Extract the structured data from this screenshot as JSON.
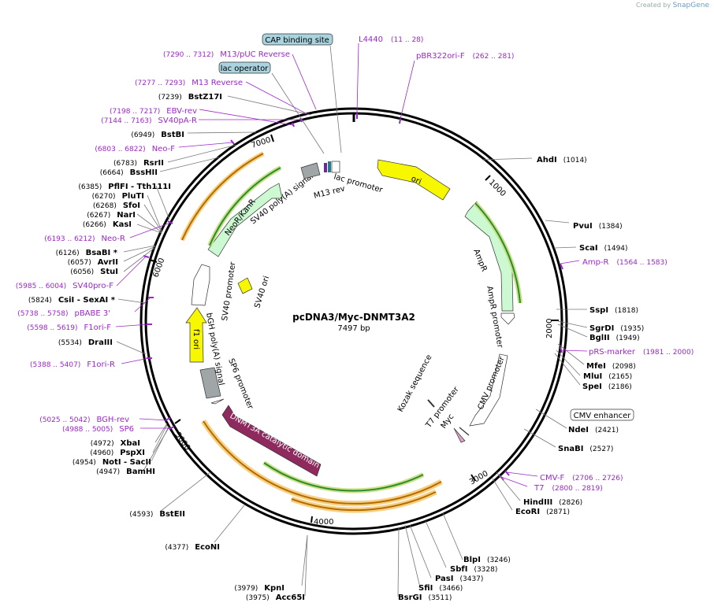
{
  "credit": {
    "prefix": "Created by",
    "brand": "SnapGene"
  },
  "title": "pcDNA3/Myc-DNMT3A2",
  "length_label": "7497 bp",
  "total_bp": 7497,
  "ticks": [
    "1000",
    "2000",
    "3000",
    "4000",
    "5000",
    "6000",
    "7000"
  ],
  "colors": {
    "enzyme": "#000000",
    "primer": "#9b27c8",
    "feature_box": "#a9d3de"
  },
  "enzymes": [
    {
      "name": "AhdI",
      "pos": "(1014)"
    },
    {
      "name": "PvuI",
      "pos": "(1384)"
    },
    {
      "name": "ScaI",
      "pos": "(1494)"
    },
    {
      "name": "SspI",
      "pos": "(1818)"
    },
    {
      "name": "SgrDI",
      "pos": "(1935)"
    },
    {
      "name": "BglII",
      "pos": "(1949)"
    },
    {
      "name": "MfeI",
      "pos": "(2098)"
    },
    {
      "name": "MluI",
      "pos": "(2165)"
    },
    {
      "name": "SpeI",
      "pos": "(2186)"
    },
    {
      "name": "NdeI",
      "pos": "(2421)"
    },
    {
      "name": "SnaBI",
      "pos": "(2527)"
    },
    {
      "name": "HindIII",
      "pos": "(2826)"
    },
    {
      "name": "EcoRI",
      "pos": "(2871)"
    },
    {
      "name": "BlpI",
      "pos": "(3246)"
    },
    {
      "name": "SbfI",
      "pos": "(3328)"
    },
    {
      "name": "PasI",
      "pos": "(3437)"
    },
    {
      "name": "SfiI",
      "pos": "(3466)"
    },
    {
      "name": "BsrGI",
      "pos": "(3511)"
    },
    {
      "name": "KpnI",
      "pos": "(3979)"
    },
    {
      "name": "Acc65I",
      "pos": "(3975)"
    },
    {
      "name": "EcoNI",
      "pos": "(4377)"
    },
    {
      "name": "BstEII",
      "pos": "(4593)"
    },
    {
      "name": "BamHI",
      "pos": "(4947)"
    },
    {
      "name": "NotI - SacII",
      "pos": "(4954)"
    },
    {
      "name": "PspXI",
      "pos": "(4960)"
    },
    {
      "name": "XbaI",
      "pos": "(4972)"
    },
    {
      "name": "DraIII",
      "pos": "(5534)"
    },
    {
      "name": "CsiI - SexAI *",
      "pos": "(5824)"
    },
    {
      "name": "StuI",
      "pos": "(6056)"
    },
    {
      "name": "AvrII",
      "pos": "(6057)"
    },
    {
      "name": "BsaBI *",
      "pos": "(6126)"
    },
    {
      "name": "KasI",
      "pos": "(6266)"
    },
    {
      "name": "NarI",
      "pos": "(6267)"
    },
    {
      "name": "SfoI",
      "pos": "(6268)"
    },
    {
      "name": "PluTI",
      "pos": "(6270)"
    },
    {
      "name": "PflFI - Tth111I",
      "pos": "(6385)"
    },
    {
      "name": "BssHII",
      "pos": "(6664)"
    },
    {
      "name": "RsrII",
      "pos": "(6783)"
    },
    {
      "name": "BstBI",
      "pos": "(6949)"
    },
    {
      "name": "BstZ17I",
      "pos": "(7239)"
    }
  ],
  "primers": [
    {
      "name": "L4440",
      "pos": "(11 .. 28)"
    },
    {
      "name": "pBR322ori-F",
      "pos": "(262 .. 281)"
    },
    {
      "name": "Amp-R",
      "pos": "(1564 .. 1583)"
    },
    {
      "name": "pRS-marker",
      "pos": "(1981 .. 2000)"
    },
    {
      "name": "CMV-F",
      "pos": "(2706 .. 2726)"
    },
    {
      "name": "T7",
      "pos": "(2800 .. 2819)"
    },
    {
      "name": "BGH-rev",
      "pos": "(5025 .. 5042)"
    },
    {
      "name": "SP6",
      "pos": "(4988 .. 5005)"
    },
    {
      "name": "F1ori-R",
      "pos": "(5388 .. 5407)"
    },
    {
      "name": "F1ori-F",
      "pos": "(5598 .. 5619)"
    },
    {
      "name": "pBABE 3'",
      "pos": "(5738 .. 5758)"
    },
    {
      "name": "SV40pro-F",
      "pos": "(5985 .. 6004)"
    },
    {
      "name": "Neo-R",
      "pos": "(6193 .. 6212)"
    },
    {
      "name": "Neo-F",
      "pos": "(6803 .. 6822)"
    },
    {
      "name": "SV40pA-R",
      "pos": "(7144 .. 7163)"
    },
    {
      "name": "EBV-rev",
      "pos": "(7198 .. 7217)"
    },
    {
      "name": "M13 Reverse",
      "pos": "(7277 .. 7293)"
    },
    {
      "name": "M13/pUC Reverse",
      "pos": "(7290 .. 7312)"
    }
  ],
  "boxed_features": [
    "CAP binding site",
    "lac operator",
    "CMV enhancer"
  ],
  "feature_labels": {
    "ori": "ori",
    "ampr": "AmpR",
    "ampr_promoter": "AmpR promoter",
    "cmv_promoter": "CMV promoter",
    "t7_promoter": "T7 promoter",
    "myc": "Myc",
    "kozak": "Kozak sequence",
    "dnmt3a": "DNMT3A catalytic domain",
    "sp6_promoter": "SP6 promoter",
    "bgh": "bGH poly(A) signal",
    "f1_ori": "f1 ori",
    "sv40_promoter": "SV40 promoter",
    "sv40_ori": "SV40 ori",
    "neor": "NeoR/KanR",
    "sv40_polya": "SV40 poly(A) signal",
    "lac_promoter": "lac promoter",
    "m13_rev": "M13 rev"
  }
}
